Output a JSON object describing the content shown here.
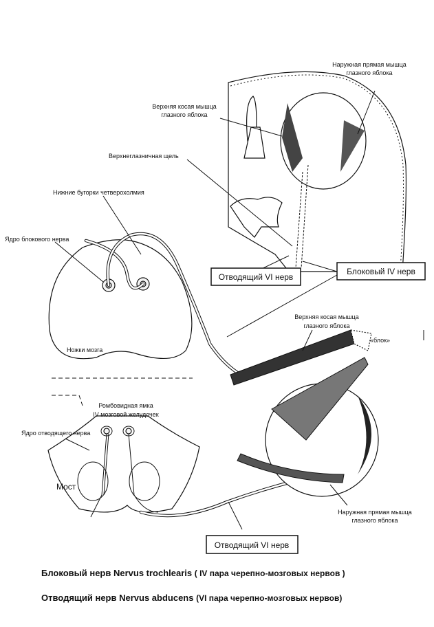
{
  "labels": {
    "lateral_rectus_top": [
      "Наружная прямая мышца",
      "глазного яблока"
    ],
    "superior_oblique_top": [
      "Верхняя косая мышца",
      "глазного яблока"
    ],
    "superior_orbital_fissure": "Верхнеглазничная щель",
    "inferior_colliculi": "Нижние бугорки четверохолмия",
    "trochlear_nucleus": "Ядро блокового нерва",
    "cerebral_peduncles": "Ножки мозга",
    "superior_oblique_bottom": [
      "Верхняя косая мышца",
      "глазного яблока"
    ],
    "trochlea": "«блок»",
    "rhomboid_fossa": [
      "Ромбовидная ямка",
      "IV мозговой желудочек"
    ],
    "abducens_nucleus": "Ядро отводящего нерва",
    "pons": "Мост",
    "lateral_rectus_bottom": [
      "Наружная прямая мышца",
      "глазного яблока"
    ]
  },
  "boxes": {
    "abducens_top": "Отводящий VI нерв",
    "trochlear_top": "Блоковый  IV нерв",
    "abducens_bottom": "Отводящий  VI нерв"
  },
  "captions": [
    {
      "main": "Блоковый нерв Nervus trochlearis ",
      "detail": "( IV пара  черепно-мозговых нервов )"
    },
    {
      "main": "Отводящий нерв  Nervus abducens ",
      "detail": "(VI пара черепно-мозговых нервов)"
    }
  ]
}
